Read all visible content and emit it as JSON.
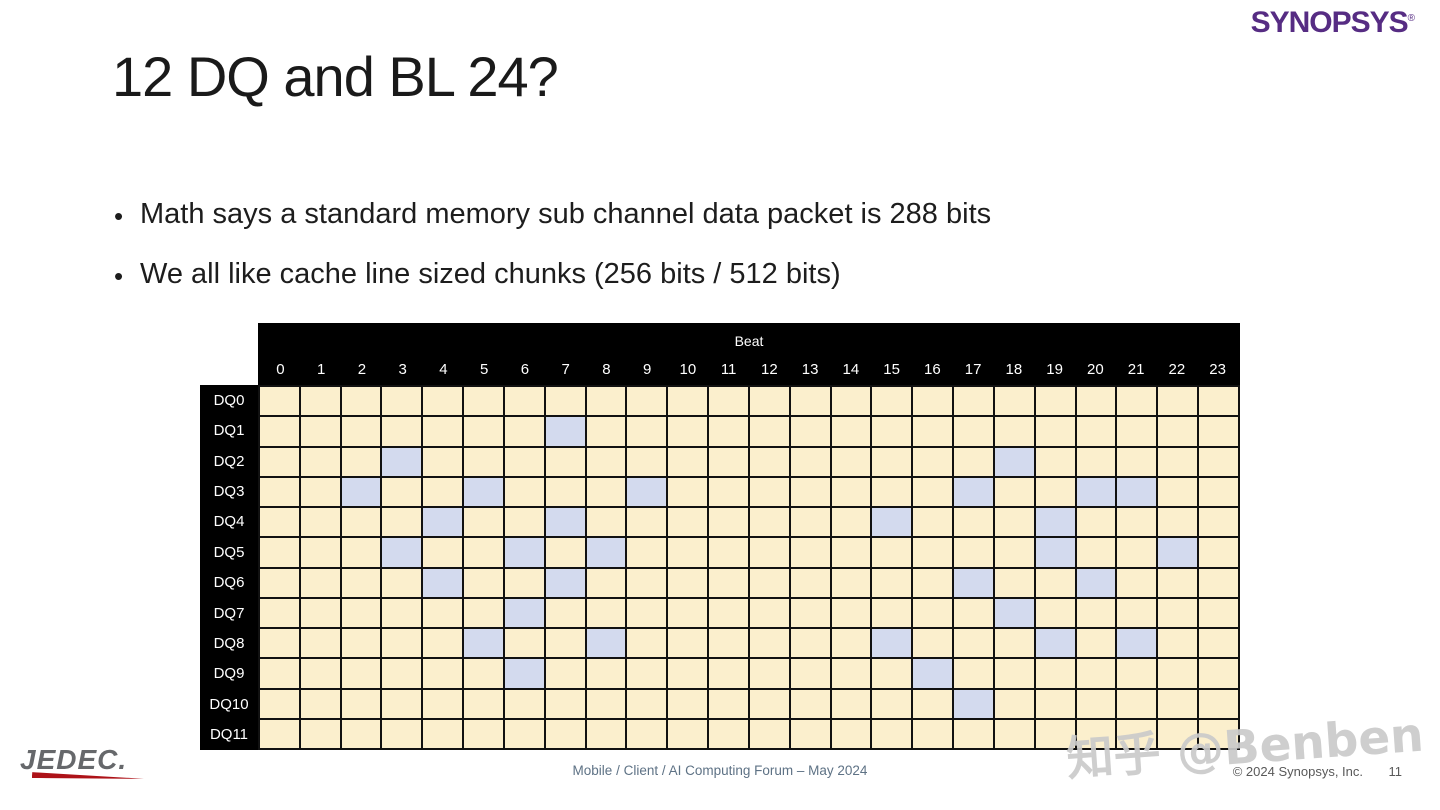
{
  "slide": {
    "title": "12 DQ and BL 24?",
    "bullets": [
      "Math says a standard memory sub channel data packet is 288 bits",
      "We all like cache line sized chunks (256 bits / 512 bits)"
    ],
    "bullet_glyph": "•"
  },
  "header": {
    "synopsys_logo": "SYNOPSYS",
    "registered_mark": "®"
  },
  "chart_data": {
    "type": "heatmap",
    "title": "Beat",
    "columns": [
      "0",
      "1",
      "2",
      "3",
      "4",
      "5",
      "6",
      "7",
      "8",
      "9",
      "10",
      "11",
      "12",
      "13",
      "14",
      "15",
      "16",
      "17",
      "18",
      "19",
      "20",
      "21",
      "22",
      "23"
    ],
    "rows": [
      "DQ0",
      "DQ1",
      "DQ2",
      "DQ3",
      "DQ4",
      "DQ5",
      "DQ6",
      "DQ7",
      "DQ8",
      "DQ9",
      "DQ10",
      "DQ11"
    ],
    "highlighted_cells": {
      "DQ0": [],
      "DQ1": [
        7
      ],
      "DQ2": [
        3,
        18
      ],
      "DQ3": [
        2,
        5,
        9,
        17,
        20,
        21
      ],
      "DQ4": [
        4,
        7,
        15,
        19
      ],
      "DQ5": [
        3,
        6,
        8,
        19,
        22
      ],
      "DQ6": [
        4,
        7,
        17,
        20
      ],
      "DQ7": [
        6,
        18
      ],
      "DQ8": [
        5,
        8,
        15,
        19,
        21
      ],
      "DQ9": [
        6,
        16
      ],
      "DQ10": [
        17
      ],
      "DQ11": []
    },
    "colors": {
      "cell": "#FBEFCD",
      "highlight": "#D3DAEE",
      "header_bg": "#000000",
      "header_text": "#FFFFFF",
      "gridline": "#111111"
    }
  },
  "footer": {
    "jedec_logo": "JEDEC.",
    "event": "Mobile / Client / AI Computing Forum – May 2024",
    "copyright": "© 2024 Synopsys, Inc.",
    "page_number": "11"
  },
  "watermark": "知乎 @Benben",
  "theme": {
    "synopsys_purple": "#562C83",
    "jedec_gray": "#66686B",
    "jedec_red": "#AD1218",
    "footer_text_color": "#5E7285",
    "copyright_color": "#595959",
    "title_color": "#1A1A1A"
  }
}
